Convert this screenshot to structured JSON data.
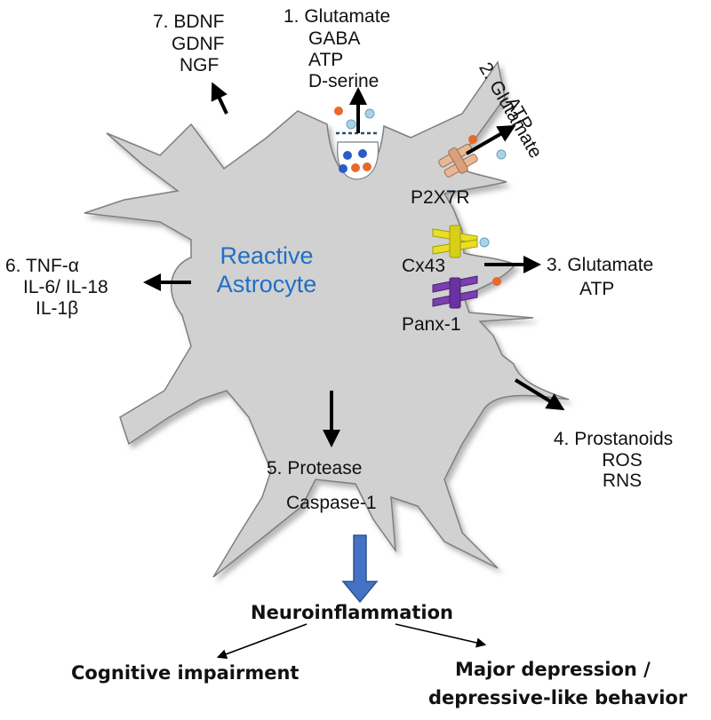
{
  "cell": {
    "title_line1": "Reactive",
    "title_line2": "Astrocyte",
    "title_color": "#1f6fc5",
    "body_color": "#d1d1d1"
  },
  "release": {
    "r1": {
      "line1": "1. Glutamate",
      "line2": "GABA",
      "line3": "ATP",
      "line4": "D-serine"
    },
    "r2": {
      "line1": "2. Glutamate",
      "line2": "ATP"
    },
    "r3": {
      "line1": "3. Glutamate",
      "line2": "ATP"
    },
    "r4": {
      "line1": "4. Prostanoids",
      "line2": "ROS",
      "line3": "RNS"
    },
    "r5": {
      "line1": "5. Protease",
      "line2": "Caspase-1"
    },
    "r6": {
      "line1": "6. TNF-α",
      "line2": "IL-6/ IL-18",
      "line3": "IL-1β"
    },
    "r7": {
      "line1": "7. BDNF",
      "line2": "GDNF",
      "line3": "NGF"
    }
  },
  "channels": {
    "p2x7r": "P2X7R",
    "cx43": "Cx43",
    "panx1": "Panx-1"
  },
  "outcomes": {
    "neuroinflammation": "Neuroinflammation",
    "cognitive": "Cognitive impairment",
    "depression_line1": "Major depression /",
    "depression_line2": "depressive-like behavior"
  },
  "colors": {
    "orange_dot": "#e8692b",
    "blue_dot": "#2a5cc9",
    "light_dot": "#a8d3e6",
    "p2x7r": "#e8b896",
    "cx43": "#e8e020",
    "panx1": "#7a3fb0",
    "flow_arrow": "#4472c4"
  }
}
